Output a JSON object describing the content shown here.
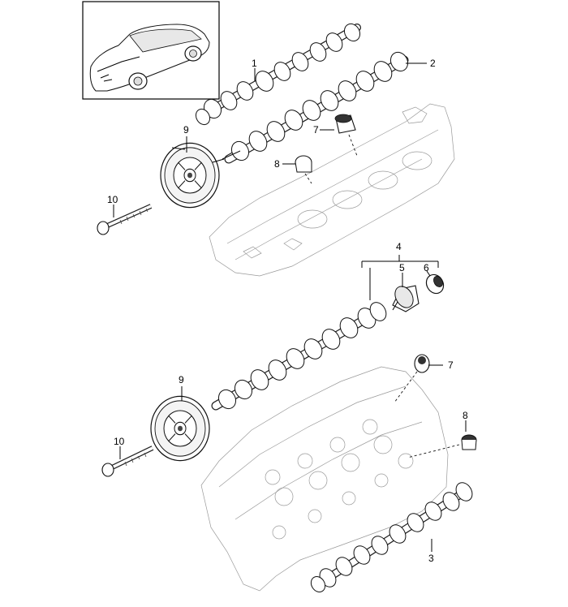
{
  "figure": {
    "thumbnail_alt": "vehicle-thumbnail"
  },
  "callouts": {
    "c1": "1",
    "c2": "2",
    "c3": "3",
    "c4": "4",
    "c5": "5",
    "c6": "6",
    "c7a": "7",
    "c7b": "7",
    "c8a": "8",
    "c8b": "8",
    "c9a": "9",
    "c9b": "9",
    "c10a": "10",
    "c10b": "10"
  }
}
